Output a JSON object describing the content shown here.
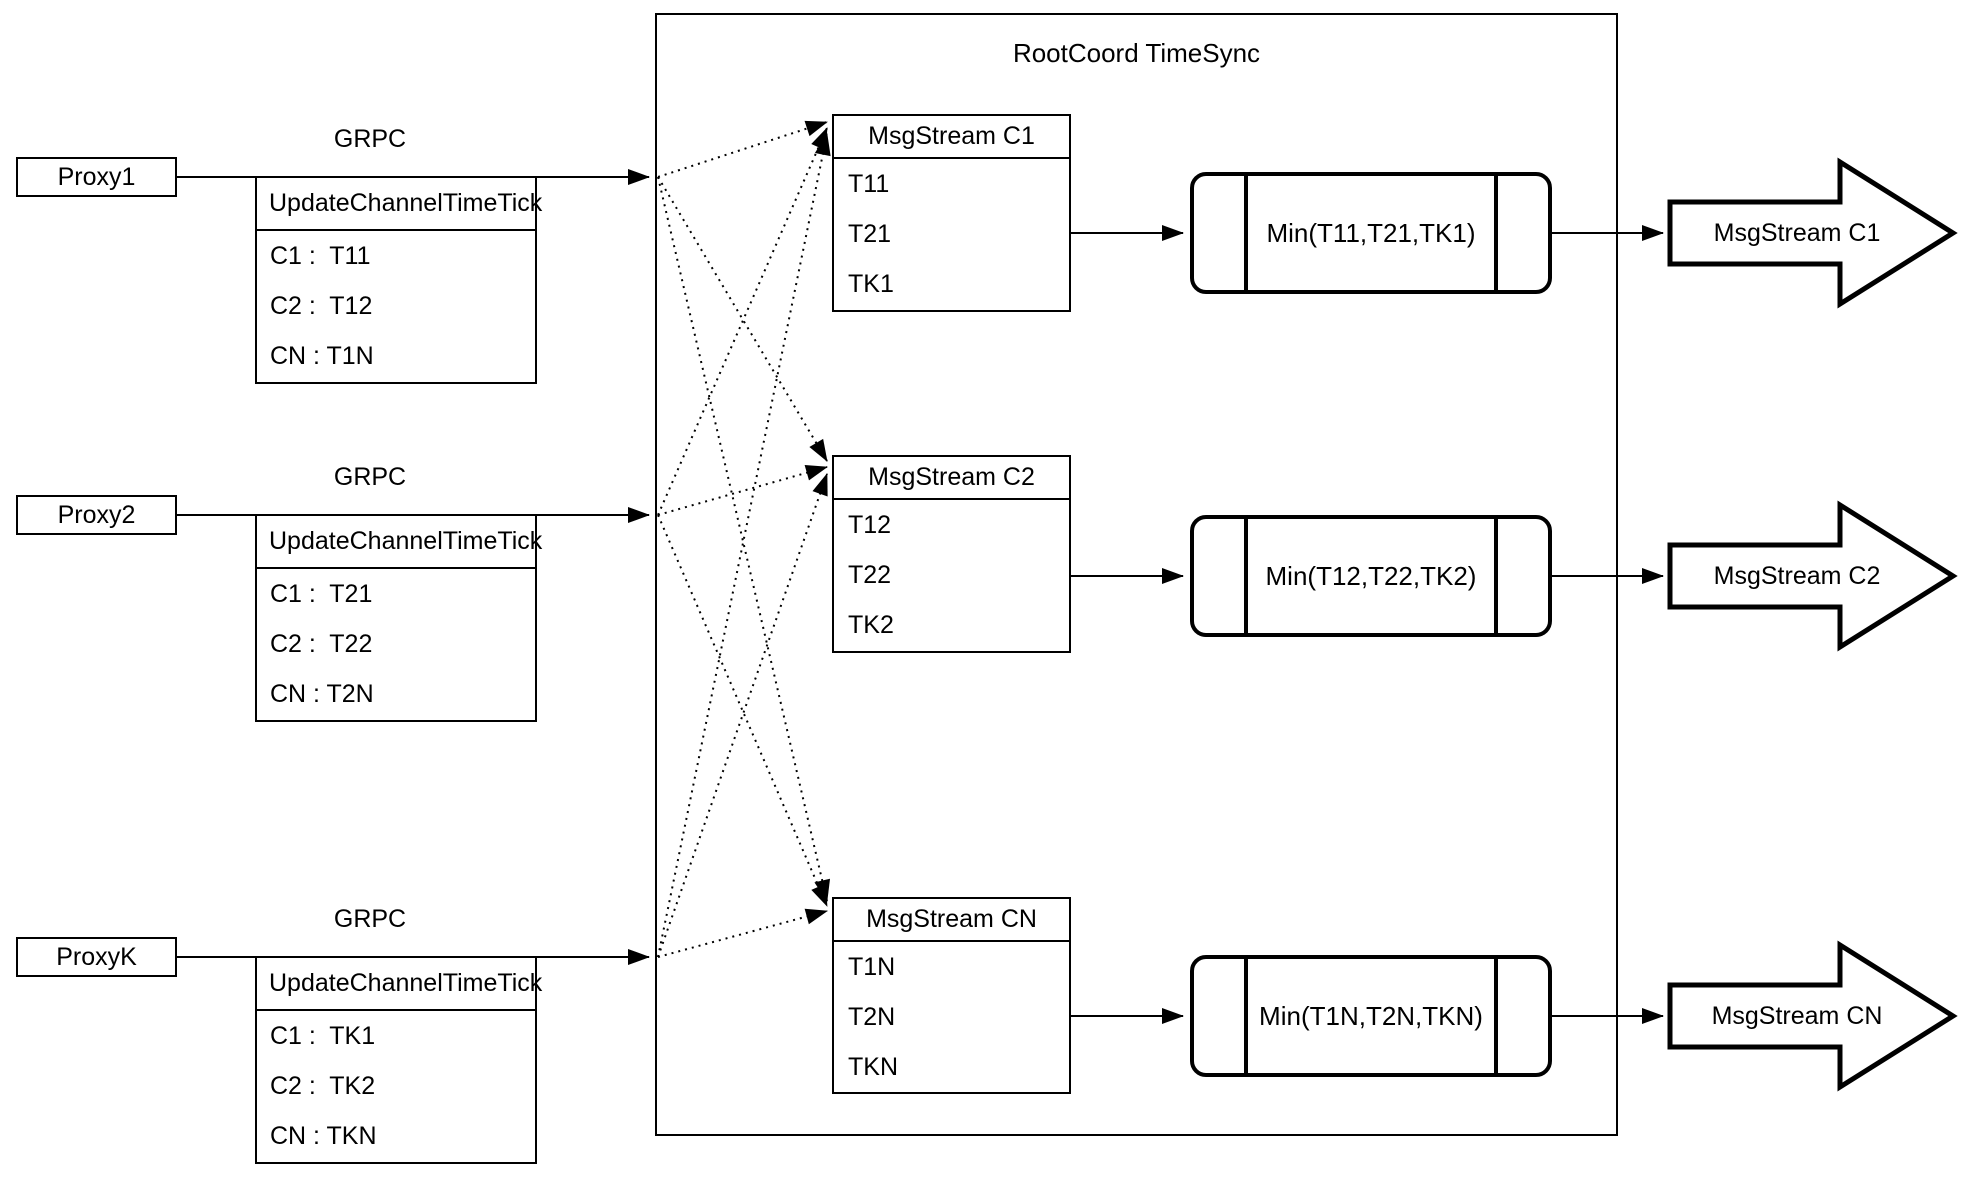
{
  "diagram": {
    "title": "RootCoord TimeSync",
    "grpc_label": "GRPC",
    "proxies": [
      {
        "name": "Proxy1",
        "table_header": "UpdateChannelTimeTick",
        "rows": [
          "C1 :  T11",
          "C2 :  T12",
          "CN : T1N"
        ]
      },
      {
        "name": "Proxy2",
        "table_header": "UpdateChannelTimeTick",
        "rows": [
          "C1 :  T21",
          "C2 :  T22",
          "CN : T2N"
        ]
      },
      {
        "name": "ProxyK",
        "table_header": "UpdateChannelTimeTick",
        "rows": [
          "C1 :  TK1",
          "C2 :  TK2",
          "CN : TKN"
        ]
      }
    ],
    "msgstreams": [
      {
        "header": "MsgStream C1",
        "rows": [
          "T11",
          "T21",
          "TK1"
        ],
        "min": "Min(T11,T21,TK1)",
        "output": "MsgStream C1"
      },
      {
        "header": "MsgStream C2",
        "rows": [
          "T12",
          "T22",
          "TK2"
        ],
        "min": "Min(T12,T22,TK2)",
        "output": "MsgStream C2"
      },
      {
        "header": "MsgStream CN",
        "rows": [
          "T1N",
          "T2N",
          "TKN"
        ],
        "min": "Min(T1N,T2N,TKN)",
        "output": "MsgStream CN"
      }
    ],
    "colors": {
      "stroke": "#000000",
      "background": "#ffffff"
    }
  }
}
